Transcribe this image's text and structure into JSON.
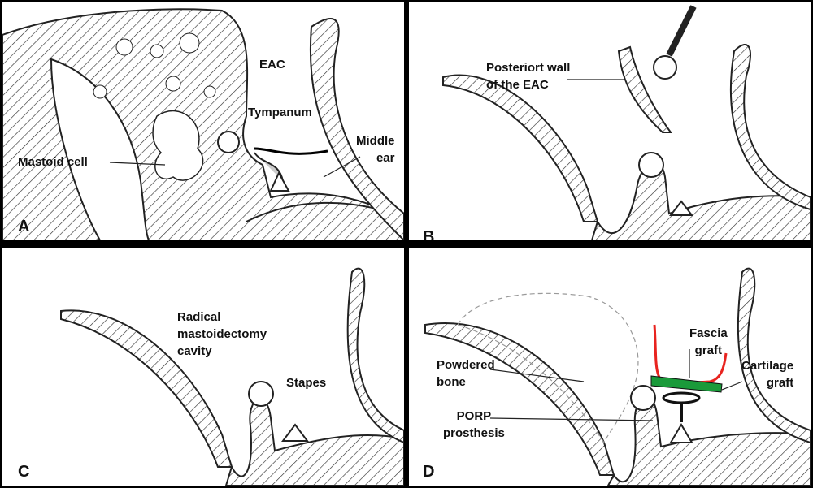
{
  "panels": {
    "a": {
      "letter": "A",
      "labels": {
        "eac": "EAC",
        "tympanum": "Tympanum",
        "middle_ear": "Middle\near",
        "mastoid_cell": "Mastoid cell"
      }
    },
    "b": {
      "letter": "B",
      "labels": {
        "posterior_wall": "Posteriort wall\nof the EAC"
      }
    },
    "c": {
      "letter": "C",
      "labels": {
        "cavity": "Radical\nmastoidectomy\ncavity",
        "stapes": "Stapes"
      }
    },
    "d": {
      "letter": "D",
      "labels": {
        "fascia": "Fascia\ngraft",
        "cartilage": "Cartilage\ngraft",
        "powdered_bone": "Powdered\nbone",
        "porp": "PORP\nprosthesis"
      }
    }
  },
  "colors": {
    "fascia_graft": "#e8231f",
    "cartilage_graft": "#1a9a3a",
    "line": "#222222"
  }
}
